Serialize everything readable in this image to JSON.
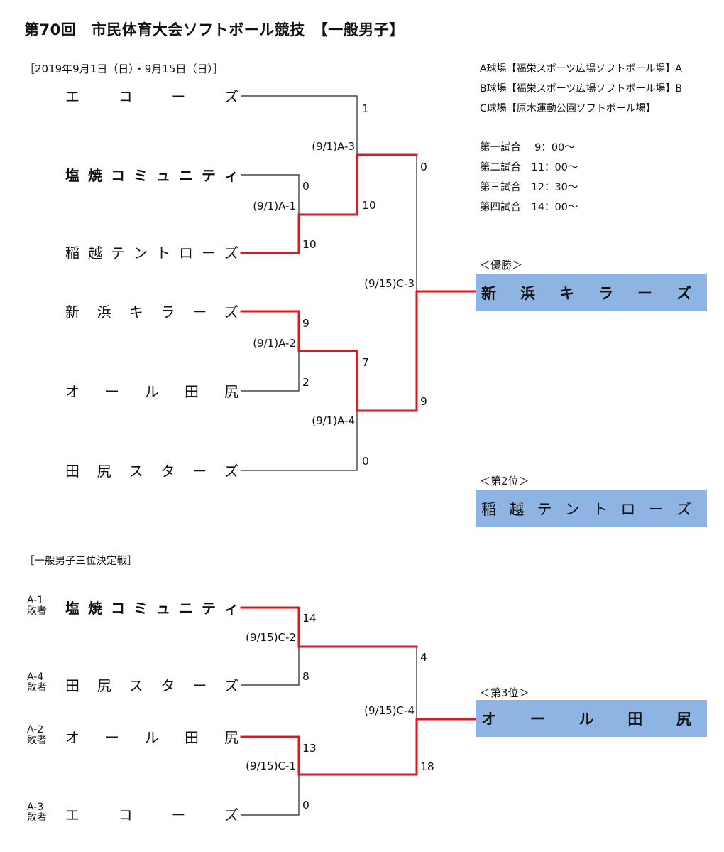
{
  "header": {
    "title": "第70回　市民体育大会ソフトボール競技　【一般男子】",
    "date": "［2019年9月1日（日）・9月15日（日）］"
  },
  "venues": [
    "A球場【福栄スポーツ広場ソフトボール場】A",
    "B球場【福栄スポーツ広場ソフトボール場】B",
    "C球場【原木運動公園ソフトボール場】"
  ],
  "schedule": [
    "第一試合　 9：00～",
    "第二試合　11：00～",
    "第三試合　12：30～",
    "第四試合　14：00～"
  ],
  "main_bracket": {
    "teams": [
      {
        "chars": [
          "エ",
          "コ",
          "ー",
          "ズ"
        ]
      },
      {
        "chars": [
          "塩",
          "焼",
          "コ",
          "ミ",
          "ュ",
          "ニ",
          "テ",
          "ィ"
        ]
      },
      {
        "chars": [
          "稲",
          "越",
          "テ",
          "ン",
          "ト",
          "ロ",
          "ー",
          "ズ"
        ]
      },
      {
        "chars": [
          "新",
          "浜",
          "キ",
          "ラ",
          "ー",
          "ズ"
        ]
      },
      {
        "chars": [
          "オ",
          "ー",
          "ル",
          "田",
          "尻"
        ]
      },
      {
        "chars": [
          "田",
          "尻",
          "ス",
          "タ",
          "ー",
          "ズ"
        ]
      }
    ],
    "matches": [
      "(9/1)A-3",
      "(9/1)A-1",
      "(9/1)A-2",
      "(9/1)A-4",
      "(9/15)C-3"
    ],
    "scores": [
      "1",
      "0",
      "0",
      "10",
      "10",
      "9",
      "7",
      "2",
      "9",
      "0"
    ]
  },
  "champion": {
    "label": "＜優勝＞",
    "chars": [
      "新",
      "浜",
      "キ",
      "ラ",
      "ー",
      "ズ"
    ]
  },
  "runner_up": {
    "label": "＜第2位＞",
    "chars": [
      "稲",
      "越",
      "テ",
      "ン",
      "ト",
      "ロ",
      "ー",
      "ズ"
    ]
  },
  "third_place_title": "［一般男子三位決定戦］",
  "third_bracket": {
    "seeds": [
      {
        "l1": "A-1",
        "l2": "敗者"
      },
      {
        "l1": "A-4",
        "l2": "敗者"
      },
      {
        "l1": "A-2",
        "l2": "敗者"
      },
      {
        "l1": "A-3",
        "l2": "敗者"
      }
    ],
    "teams": [
      {
        "chars": [
          "塩",
          "焼",
          "コ",
          "ミ",
          "ュ",
          "ニ",
          "テ",
          "ィ"
        ]
      },
      {
        "chars": [
          "田",
          "尻",
          "ス",
          "タ",
          "ー",
          "ズ"
        ]
      },
      {
        "chars": [
          "オ",
          "ー",
          "ル",
          "田",
          "尻"
        ]
      },
      {
        "chars": [
          "エ",
          "コ",
          "ー",
          "ズ"
        ]
      }
    ],
    "matches": [
      "(9/15)C-2",
      "(9/15)C-4",
      "(9/15)C-1"
    ],
    "scores": [
      "14",
      "4",
      "8",
      "13",
      "18",
      "0"
    ]
  },
  "third_place": {
    "label": "＜第3位＞",
    "chars": [
      "オ",
      "ー",
      "ル",
      "田",
      "尻"
    ]
  },
  "colors": {
    "winner_line": "#e8141b",
    "loser_line": "#222222",
    "prize_bg": "#8eb4e3"
  }
}
